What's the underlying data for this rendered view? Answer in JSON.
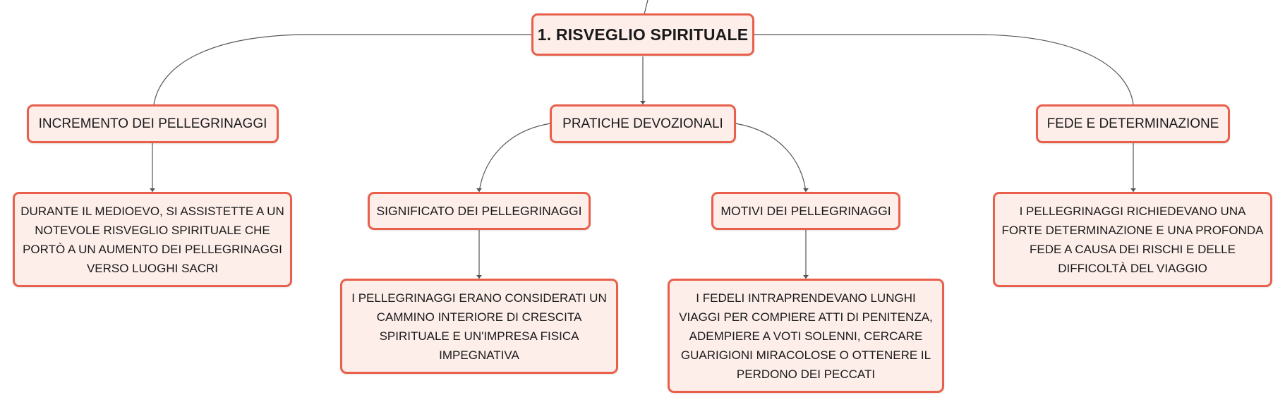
{
  "colors": {
    "node_fill": "#fdeeea",
    "node_border": "#e8604c",
    "connector": "#555555"
  },
  "root": {
    "label": "1. RISVEGLIO SPIRITUALE"
  },
  "branches": [
    {
      "label": "INCREMENTO DEI PELLEGRINAGGI",
      "detail": "DURANTE IL MEDIOEVO, SI ASSISTETTE A UN NOTEVOLE RISVEGLIO SPIRITUALE CHE PORTÒ A UN AUMENTO DEI PELLEGRINAGGI VERSO LUOGHI SACRI"
    },
    {
      "label": "PRATICHE DEVOZIONALI",
      "children": [
        {
          "label": "SIGNIFICATO DEI PELLEGRINAGGI",
          "detail": "I PELLEGRINAGGI ERANO CONSIDERATI UN CAMMINO INTERIORE DI CRESCITA SPIRITUALE E UN'IMPRESA FISICA IMPEGNATIVA"
        },
        {
          "label": "MOTIVI DEI PELLEGRINAGGI",
          "detail": "I FEDELI INTRAPRENDEVANO LUNGHI VIAGGI PER COMPIERE ATTI DI PENITENZA, ADEMPIERE A VOTI SOLENNI, CERCARE GUARIGIONI MIRACOLOSE O OTTENERE IL PERDONO DEI PECCATI"
        }
      ]
    },
    {
      "label": "FEDE E DETERMINAZIONE",
      "detail": "I PELLEGRINAGGI RICHIEDEVANO UNA FORTE DETERMINAZIONE E UNA PROFONDA FEDE A CAUSA DEI RISCHI E DELLE DIFFICOLTÀ DEL VIAGGIO"
    }
  ]
}
